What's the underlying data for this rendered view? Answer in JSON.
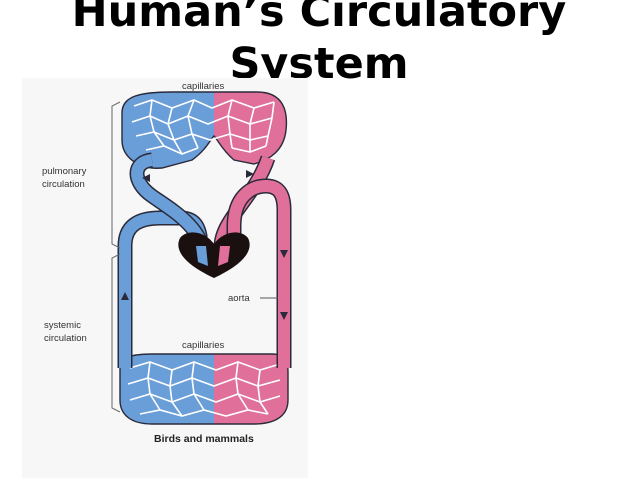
{
  "slide": {
    "title_line1": "Human’s Circulatory",
    "title_line2": "System"
  },
  "diagram": {
    "labels": {
      "capillaries_top": "capillaries",
      "pulmonary_line1": "pulmonary",
      "pulmonary_line2": "circulation",
      "systemic_line1": "systemic",
      "systemic_line2": "circulation",
      "aorta": "aorta",
      "capillaries_bottom": "capillaries",
      "caption": "Birds and mammals"
    },
    "colors": {
      "deoxygenated": "#6a9ed8",
      "oxygenated": "#e0709a",
      "heart": "#1a1010",
      "outline": "#2a2a3a"
    }
  }
}
